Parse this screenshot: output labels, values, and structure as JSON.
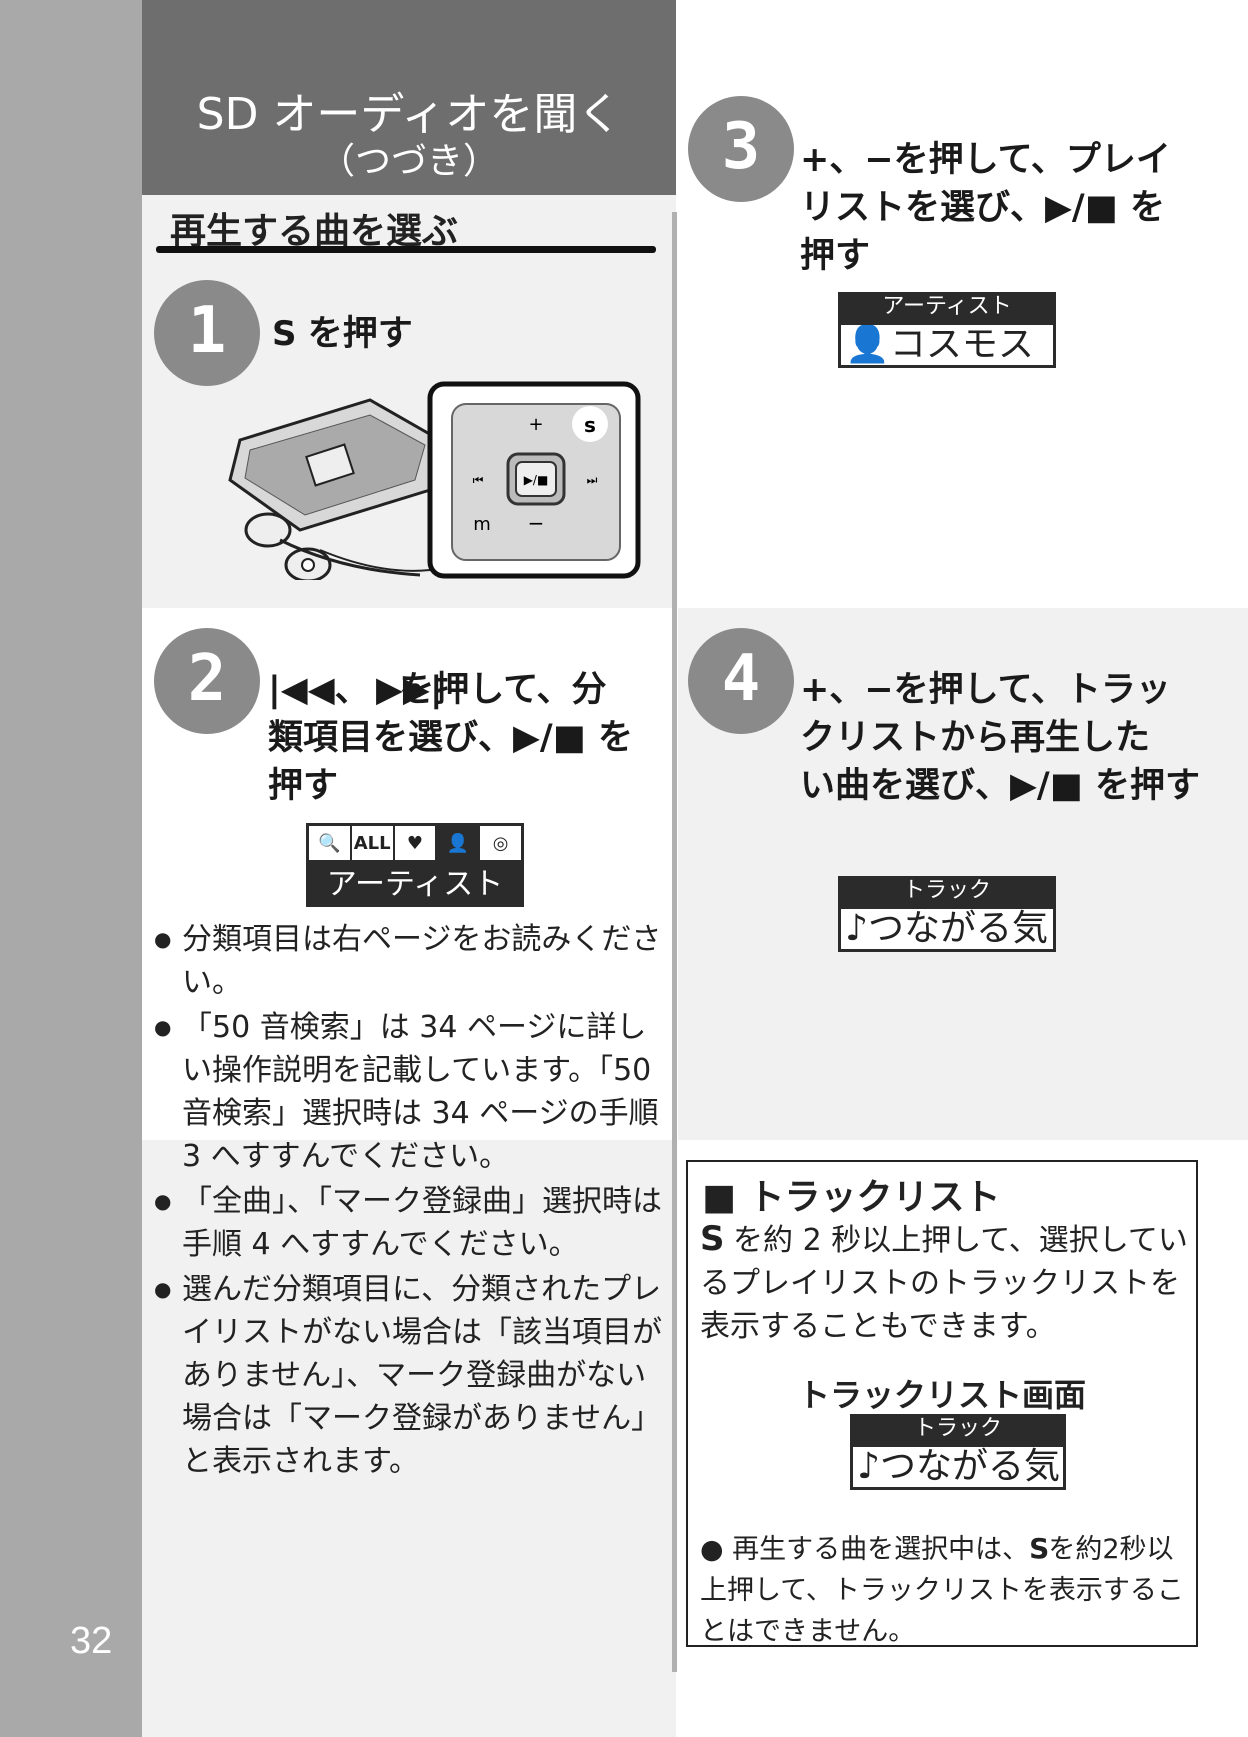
{
  "page": {
    "number": "32"
  },
  "title": {
    "main": "SD オーディオを聞く",
    "sub": "（つづき）"
  },
  "section_heading": "再生する曲を選ぶ",
  "steps": [
    {
      "num": "1",
      "text": "を押す"
    },
    {
      "num": "2",
      "text_line1": "、　 を押して、分",
      "text_line2": "類項目を選び、▶/■ を",
      "text_line3": "押す"
    },
    {
      "num": "3",
      "text_line1": "+、−を押して、プレイ",
      "text_line2": "リストを選び、▶/■ を",
      "text_line3": "押す"
    },
    {
      "num": "4",
      "text_line1": "+、−を押して、トラッ",
      "text_line2": "クリストから再生した",
      "text_line3": "い曲を選び、▶/■ を押す"
    }
  ],
  "device": {
    "plus": "+",
    "minus": "−",
    "s_button": "s",
    "m_button": "m",
    "play_stop": "▶/■",
    "prev": "⏮",
    "next": "⏭"
  },
  "step2_screen": {
    "icons": [
      "🔍",
      "ALL",
      "♥",
      "👤",
      "◎"
    ],
    "label": "アーティスト"
  },
  "step3_screen": {
    "header": "アーティスト",
    "value": "コスモス"
  },
  "step4_screen": {
    "header": "トラック",
    "value": "つながる気"
  },
  "bullets": [
    "分類項目は右ページをお読みください。",
    "「50 音検索」は 34 ページに詳しい操作説明を記載しています。「50 音検索」選択時は 34 ページの手順 3 へすすんでください。",
    "「全曲」、「マーク登録曲」選択時は手順 4 へすすんでください。",
    "選んだ分類項目に、分類されたプレイリストがない場合は「該当項目がありません」、マーク登録曲がない場合は「マーク登録がありません」と表示されます。"
  ],
  "track_list_box": {
    "title": "■ トラックリスト",
    "body_rest": "を約 2 秒以上押して、選択しているプレイリストのトラックリストを表示することもできます。",
    "sub_heading": "トラックリスト画面",
    "screen": {
      "header": "トラック",
      "value": "つながる気"
    },
    "note_part1": "再生する曲を選択中は、",
    "note_part2": "を約2秒以上押して、トラックリストを表示することはできません。"
  },
  "colors": {
    "sidebar": "#a9a9a9",
    "title_bg": "#6e6e6e",
    "panel_gray": "#f1f1f1",
    "step_circle": "#8a8a8a",
    "lcd": "#2b2b2b"
  }
}
